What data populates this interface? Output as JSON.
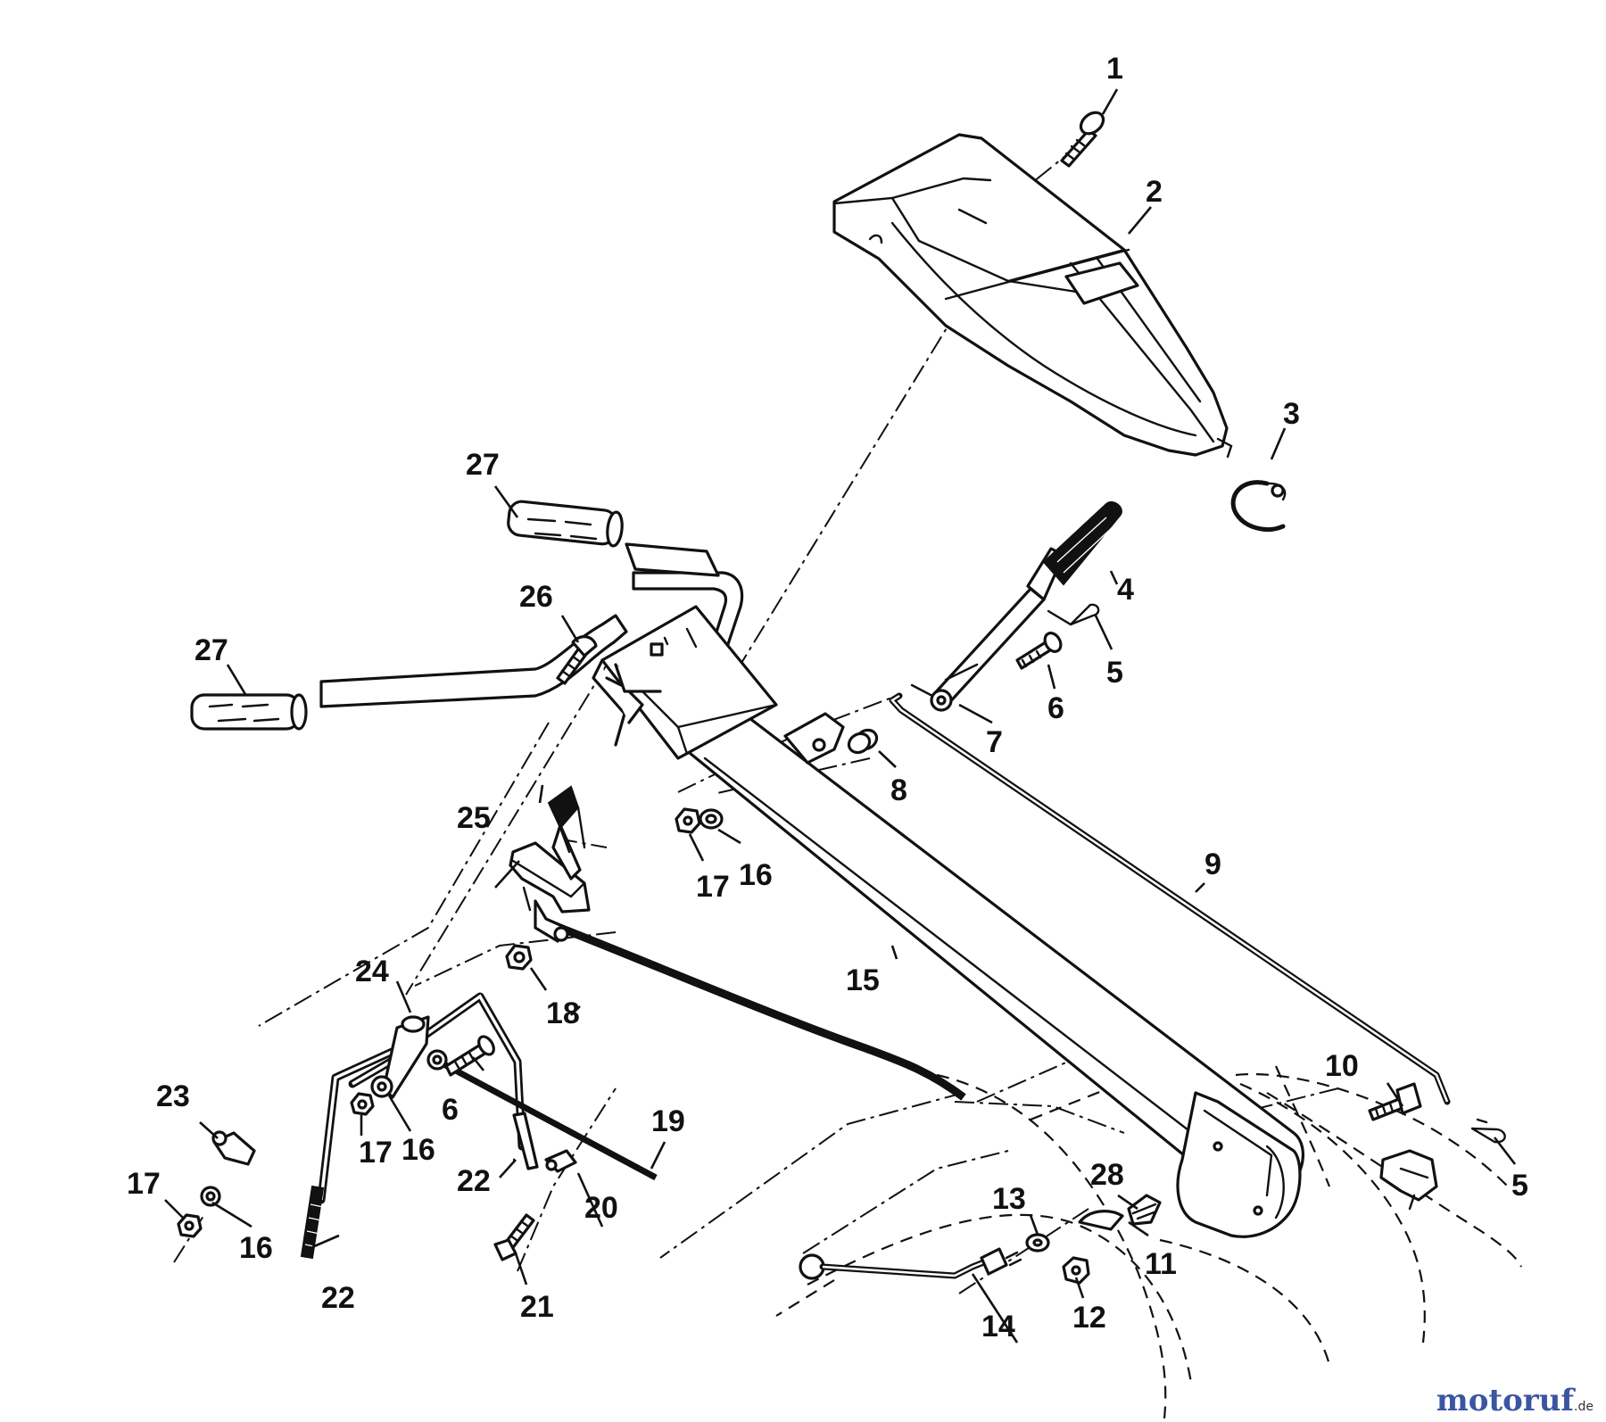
{
  "diagram": {
    "callouts": [
      {
        "id": "c1",
        "text": "1"
      },
      {
        "id": "c2",
        "text": "2"
      },
      {
        "id": "c3",
        "text": "3"
      },
      {
        "id": "c4",
        "text": "4"
      },
      {
        "id": "c5a",
        "text": "5"
      },
      {
        "id": "c5b",
        "text": "5"
      },
      {
        "id": "c6a",
        "text": "6"
      },
      {
        "id": "c6b",
        "text": "6"
      },
      {
        "id": "c7",
        "text": "7"
      },
      {
        "id": "c8",
        "text": "8"
      },
      {
        "id": "c9",
        "text": "9"
      },
      {
        "id": "c10",
        "text": "10"
      },
      {
        "id": "c11",
        "text": "11"
      },
      {
        "id": "c12",
        "text": "12"
      },
      {
        "id": "c13",
        "text": "13"
      },
      {
        "id": "c14",
        "text": "14"
      },
      {
        "id": "c15",
        "text": "15"
      },
      {
        "id": "c16a",
        "text": "16"
      },
      {
        "id": "c16b",
        "text": "16"
      },
      {
        "id": "c16c",
        "text": "16"
      },
      {
        "id": "c17a",
        "text": "17"
      },
      {
        "id": "c17b",
        "text": "17"
      },
      {
        "id": "c17c",
        "text": "17"
      },
      {
        "id": "c18",
        "text": "18"
      },
      {
        "id": "c19",
        "text": "19"
      },
      {
        "id": "c20",
        "text": "20"
      },
      {
        "id": "c21",
        "text": "21"
      },
      {
        "id": "c22a",
        "text": "22"
      },
      {
        "id": "c22b",
        "text": "22"
      },
      {
        "id": "c23",
        "text": "23"
      },
      {
        "id": "c24",
        "text": "24"
      },
      {
        "id": "c25",
        "text": "25"
      },
      {
        "id": "c26",
        "text": "26"
      },
      {
        "id": "c27a",
        "text": "27"
      },
      {
        "id": "c27b",
        "text": "27"
      },
      {
        "id": "c28",
        "text": "28"
      }
    ]
  },
  "watermark": {
    "brand": "motoruf",
    "suffix": ".de"
  }
}
